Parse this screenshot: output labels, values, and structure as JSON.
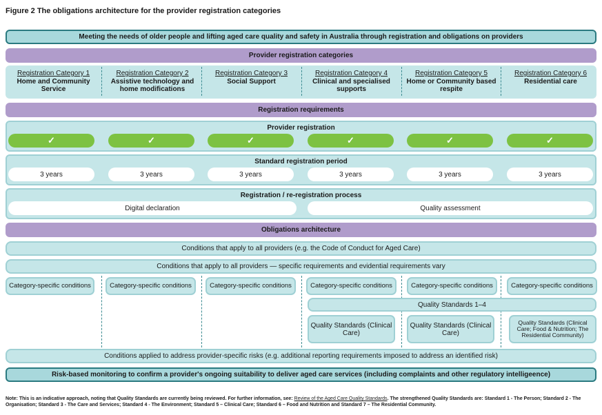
{
  "title": "Figure 2 The obligations architecture for the provider registration categories",
  "top_banner": "Meeting the needs of older people and lifting aged care quality and safety in Australia through registration and obligations on providers",
  "provider_categories_header": "Provider registration categories",
  "categories": [
    {
      "label": "Registration Category 1",
      "name": "Home and Community Service"
    },
    {
      "label": "Registration Category 2",
      "name": "Assistive technology and home modifications"
    },
    {
      "label": "Registration Category 3",
      "name": "Social Support"
    },
    {
      "label": "Registration Category 4",
      "name": "Clinical and specialised supports"
    },
    {
      "label": "Registration Category 5",
      "name": "Home or Community based respite"
    },
    {
      "label": "Registration Category 6",
      "name": "Residential care"
    }
  ],
  "registration_requirements_header": "Registration requirements",
  "provider_registration": {
    "heading": "Provider registration",
    "check": "✓"
  },
  "standard_registration_period": {
    "heading": "Standard registration period",
    "values": [
      "3 years",
      "3 years",
      "3 years",
      "3 years",
      "3 years",
      "3 years"
    ]
  },
  "registration_process": {
    "heading": "Registration / re-registration process",
    "left": "Digital declaration",
    "right": "Quality assessment"
  },
  "obligations_header": "Obligations architecture",
  "conditions_all_1": "Conditions that apply to all providers (e.g. the Code of Conduct for Aged Care)",
  "conditions_all_2": "Conditions that apply to all providers — specific requirements and evidential requirements vary",
  "category_specific": [
    "Category-specific conditions",
    "Category-specific conditions",
    "Category-specific conditions",
    "Category-specific conditions",
    "Category-specific conditions",
    "Category-specific conditions"
  ],
  "quality_standards_bar": "Quality Standards 1–4",
  "quality_standards_boxes": [
    "Quality Standards (Clinical Care)",
    "Quality Standards (Clinical Care)",
    "Quality Standards (Clinical Care; Food & Nutrition; The Residential Community)"
  ],
  "conditions_provider_specific": "Conditions applied to address provider-specific risks (e.g. additional reporting requirements imposed to address an identified risk)",
  "bottom_banner": "Risk-based monitoring to confirm a provider's ongoing suitability to deliver aged care services (including complaints and other regulatory intelligeence)",
  "note": {
    "prefix": "Note: This is an indicative approach, noting that Quality Standards are currently being reviewed. For further information, see: ",
    "link": "Review of the Aged Care Quality Standards",
    "suffix": ". The strengthened Quality Standards are: Standard 1 - The Person; Standard 2 - The Organisation; Standard 3 - The Care and Services; Standard 4 - The Environment; Standard 5 – Clinical Care; Standard 6 – Food and Nutrition and Standard 7 – The Residential Community."
  },
  "colors": {
    "teal_dark": "#2a7a80",
    "teal_light": "#c5e6e8",
    "purple": "#b09ccb",
    "green": "#7dc242"
  }
}
